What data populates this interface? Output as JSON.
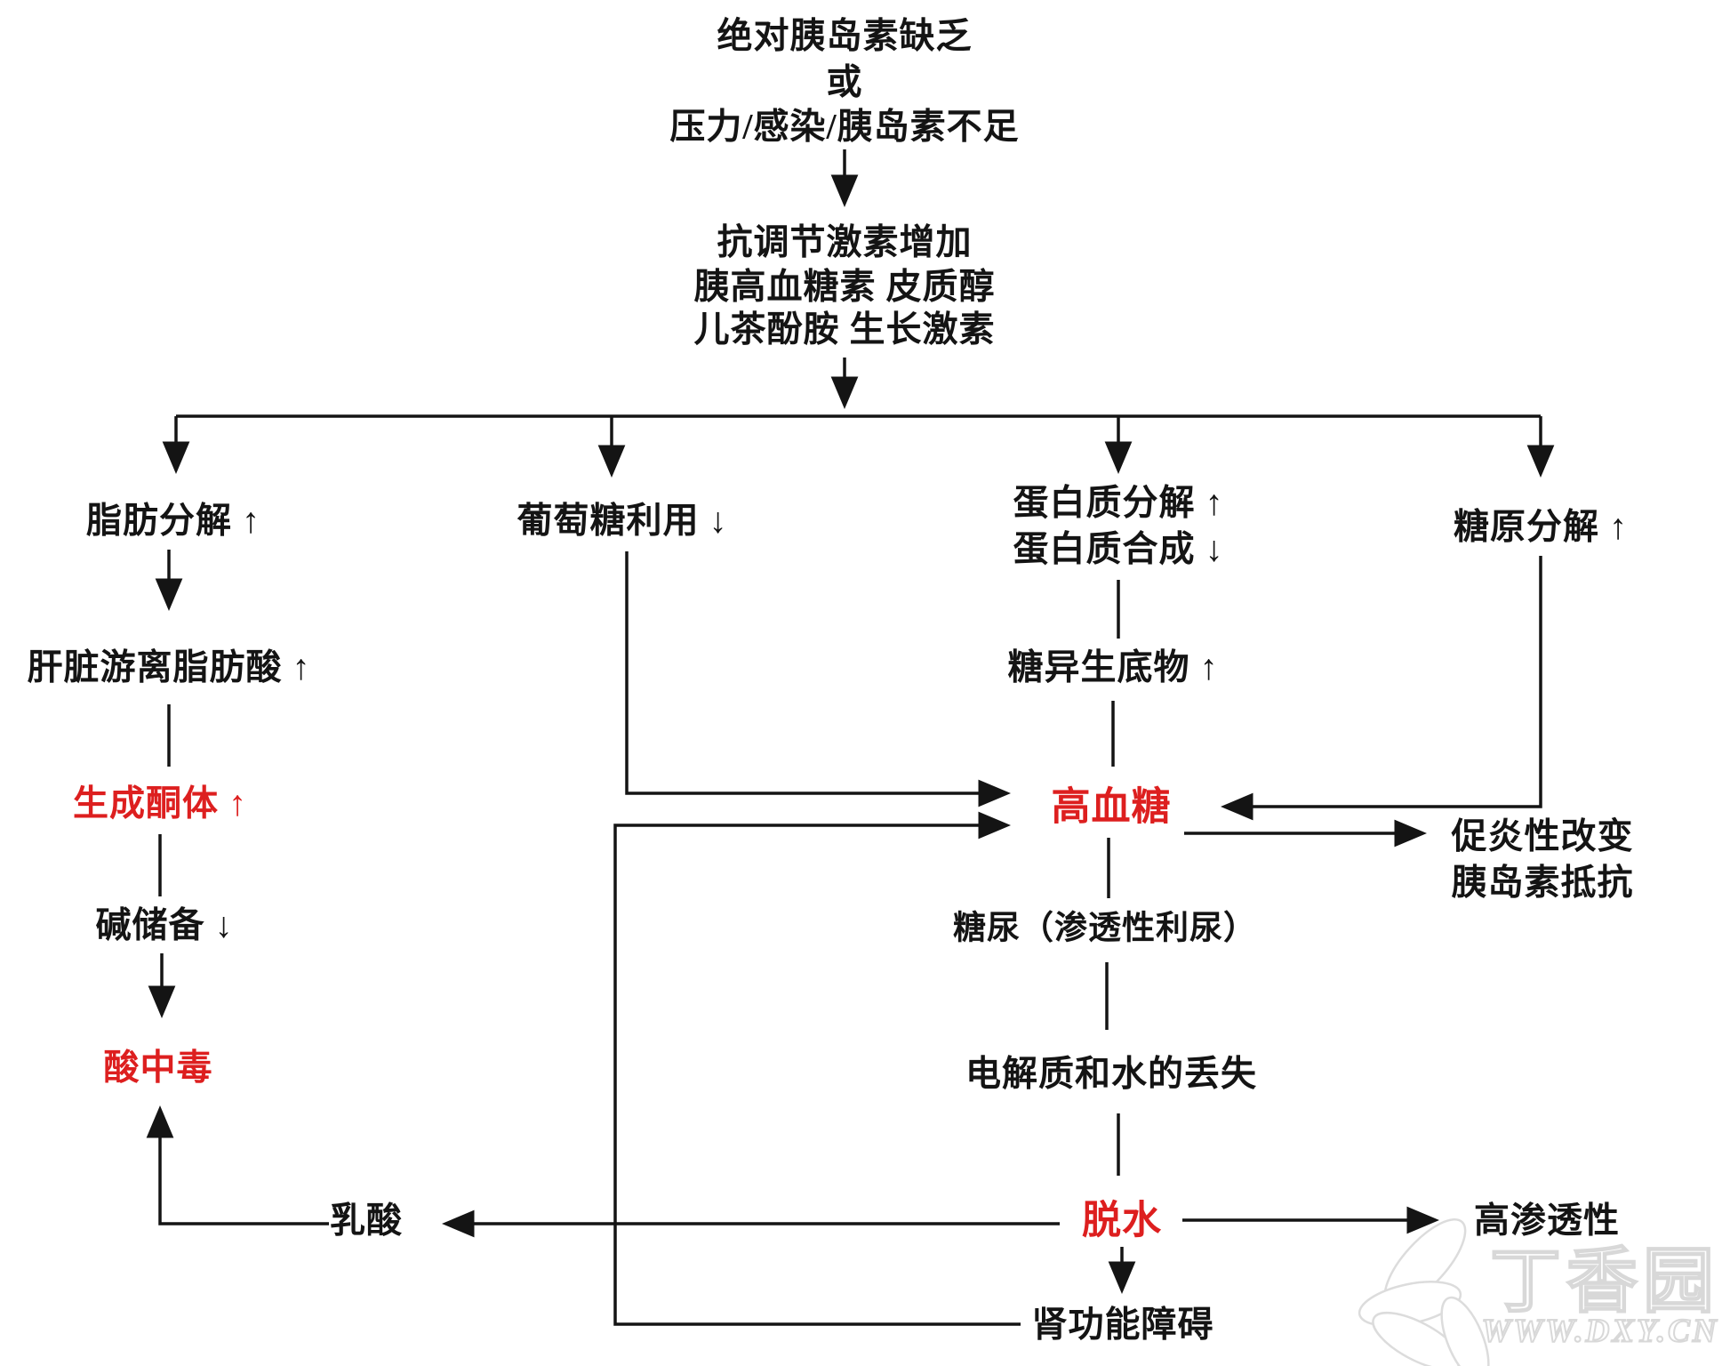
{
  "palette": {
    "text_black": "#141414",
    "accent_red": "#dd1f1f",
    "watermark_gray": "#d8d8d8",
    "background": "#ffffff"
  },
  "flowchart": {
    "trigger": {
      "line1": "绝对胰岛素缺乏",
      "line2": "或",
      "line3": "压力/感染/胰岛素不足"
    },
    "hormones": {
      "line1": "抗调节激素增加",
      "line2": "胰高血糖素  皮质醇",
      "line3": "儿茶酚胺  生长激素"
    },
    "branches": {
      "lipolysis": "脂肪分解 ↑",
      "glucose_utilization": "葡萄糖利用 ↓",
      "protein_breakdown": "蛋白质分解 ↑",
      "protein_synthesis": "蛋白质合成 ↓",
      "glycogenolysis": "糖原分解 ↑"
    },
    "nodes": {
      "hepatic_ffa": "肝脏游离脂肪酸 ↑",
      "ketogenesis": "生成酮体 ↑",
      "alkali_reserve": "碱储备 ↓",
      "acidosis": "酸中毒",
      "gluconeogenic_substrate": "糖异生底物 ↑",
      "hyperglycemia": "高血糖",
      "glycosuria": "糖尿（渗透性利尿）",
      "electrolyte_water_loss": "电解质和水的丢失",
      "dehydration": "脱水",
      "renal_dysfunction": "肾功能障碍",
      "lactic_acid": "乳酸",
      "hyperosmolarity": "高渗透性",
      "proinflammatory": "促炎性改变",
      "insulin_resistance": "胰岛素抵抗"
    }
  },
  "watermark": {
    "brand": "丁香园",
    "url": "WWW.DXY.CN"
  }
}
